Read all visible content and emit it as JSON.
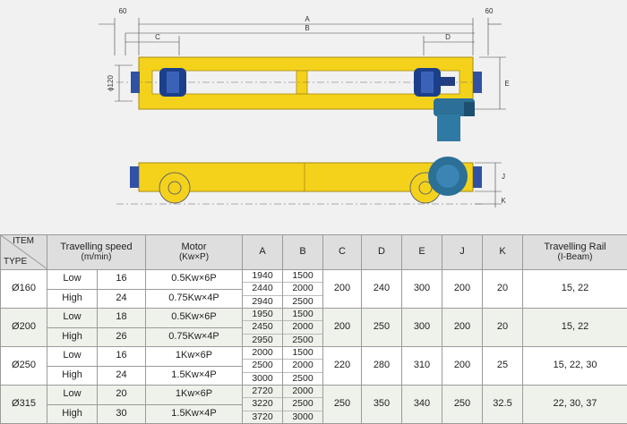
{
  "drawing": {
    "dims": {
      "left_offset": "60",
      "right_offset": "60",
      "A": "A",
      "B": "B",
      "C": "C",
      "D": "D",
      "E": "E",
      "J": "J",
      "K": "K",
      "wheel_dia": "ϕ120"
    },
    "colors": {
      "frame": "#f4d21b",
      "frame_edge": "#a88a10",
      "motor": "#2c6f97",
      "wheel": "#1c3f8a",
      "end_cap": "#3152a4"
    }
  },
  "table": {
    "corner": {
      "item": "ITEM",
      "type": "TYPE"
    },
    "headers": {
      "speed_line1": "Travelling speed",
      "speed_line2": "(m/min)",
      "motor_line1": "Motor",
      "motor_line2": "(Kw×P)",
      "A": "A",
      "B": "B",
      "C": "C",
      "D": "D",
      "E": "E",
      "J": "J",
      "K": "K",
      "rail_line1": "Travelling Rail",
      "rail_line2": "(I-Beam)"
    },
    "groups": [
      {
        "type": "Ø160",
        "rows": [
          {
            "level": "Low",
            "speed": "16",
            "motor": "0.5Kw×6P"
          },
          {
            "level": "High",
            "speed": "24",
            "motor": "0.75Kw×4P"
          }
        ],
        "A": [
          "1940",
          "2440",
          "2940"
        ],
        "B": [
          "1500",
          "2000",
          "2500"
        ],
        "C": "200",
        "D": "240",
        "E": "300",
        "J": "200",
        "K": "20",
        "rail": "15, 22"
      },
      {
        "type": "Ø200",
        "rows": [
          {
            "level": "Low",
            "speed": "18",
            "motor": "0.5Kw×6P"
          },
          {
            "level": "High",
            "speed": "26",
            "motor": "0.75Kw×4P"
          }
        ],
        "A": [
          "1950",
          "2450",
          "2950"
        ],
        "B": [
          "1500",
          "2000",
          "2500"
        ],
        "C": "200",
        "D": "250",
        "E": "300",
        "J": "200",
        "K": "20",
        "rail": "15, 22"
      },
      {
        "type": "Ø250",
        "rows": [
          {
            "level": "Low",
            "speed": "16",
            "motor": "1Kw×6P"
          },
          {
            "level": "High",
            "speed": "24",
            "motor": "1.5Kw×4P"
          }
        ],
        "A": [
          "2000",
          "2500",
          "3000"
        ],
        "B": [
          "1500",
          "2000",
          "2500"
        ],
        "C": "220",
        "D": "280",
        "E": "310",
        "J": "200",
        "K": "25",
        "rail": "15, 22, 30"
      },
      {
        "type": "Ø315",
        "rows": [
          {
            "level": "Low",
            "speed": "20",
            "motor": "1Kw×6P"
          },
          {
            "level": "High",
            "speed": "30",
            "motor": "1.5Kw×4P"
          }
        ],
        "A": [
          "2720",
          "3220",
          "3720"
        ],
        "B": [
          "2000",
          "2500",
          "3000"
        ],
        "C": "250",
        "D": "350",
        "E": "340",
        "J": "250",
        "K": "32.5",
        "rail": "22, 30, 37"
      }
    ]
  }
}
